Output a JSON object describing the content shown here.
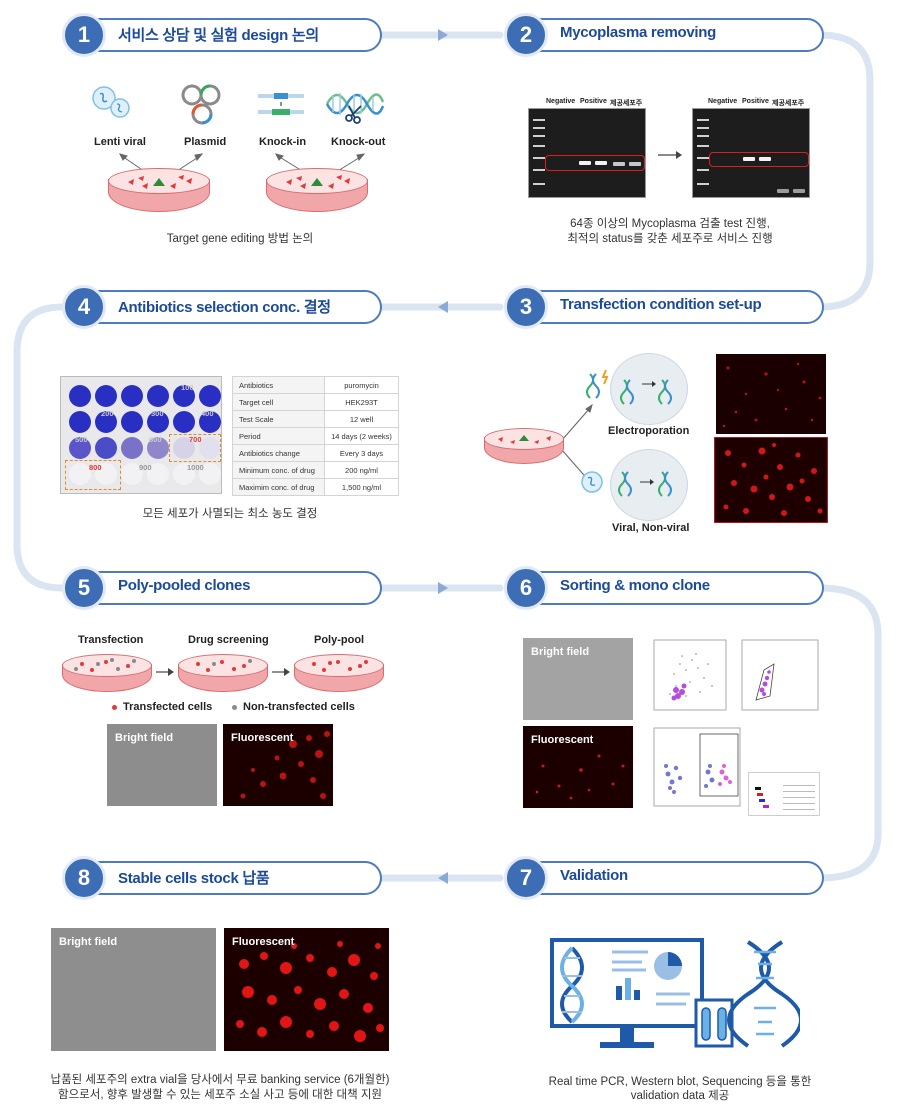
{
  "steps": [
    {
      "num": "1",
      "title": "서비스 상담 및 실험 design 논의"
    },
    {
      "num": "2",
      "title": "Mycoplasma removing"
    },
    {
      "num": "3",
      "title": "Transfection condition set-up"
    },
    {
      "num": "4",
      "title": "Antibiotics selection conc. 결정"
    },
    {
      "num": "5",
      "title": "Poly-pooled clones"
    },
    {
      "num": "6",
      "title": "Sorting & mono clone"
    },
    {
      "num": "7",
      "title": "Validation"
    },
    {
      "num": "8",
      "title": "Stable cells stock 납품"
    }
  ],
  "step1": {
    "methods": [
      "Lenti viral",
      "Plasmid",
      "Knock-in",
      "Knock-out"
    ],
    "caption": "Target gene editing 방법 논의"
  },
  "step2": {
    "lanes": [
      "Negative",
      "Positive",
      "제공세포주"
    ],
    "caption_line1": "64종 이상의 Mycoplasma 검출 test 진행,",
    "caption_line2": "최적의 status를 갖춘 세포주로 서비스 진행"
  },
  "step3": {
    "method1": "Electroporation",
    "method2": "Viral, Non-viral"
  },
  "step4": {
    "plate_numbers": [
      "800",
      "900",
      "1000",
      "700",
      "600",
      "500",
      "400",
      "300",
      "200",
      "100"
    ],
    "table": [
      {
        "key": "Antibiotics",
        "value": "puromycin"
      },
      {
        "key": "Target cell",
        "value": "HEK293T"
      },
      {
        "key": "Test Scale",
        "value": "12 well"
      },
      {
        "key": "Period",
        "value": "14 days (2 weeks)"
      },
      {
        "key": "Antibiotics change",
        "value": "Every 3 days"
      },
      {
        "key": "Minimum conc. of drug",
        "value": "200 ng/ml"
      },
      {
        "key": "Maximim conc. of drug",
        "value": "1,500 ng/ml"
      }
    ],
    "caption": "모든 세포가 사멸되는 최소 농도 결정"
  },
  "step5": {
    "stages": [
      "Transfection",
      "Drug screening",
      "Poly-pool"
    ],
    "legend_transfected": "Transfected cells",
    "legend_non": "Non-transfected cells",
    "bright_label": "Bright field",
    "fluor_label": "Fluorescent"
  },
  "step6": {
    "bright_label": "Bright field",
    "fluor_label": "Fluorescent"
  },
  "step7": {
    "caption_line1": "Real time PCR, Western blot, Sequencing 등을 통한",
    "caption_line2": "validation data 제공"
  },
  "step8": {
    "bright_label": "Bright field",
    "fluor_label": "Fluorescent",
    "caption_line1": "납품된 세포주의 extra vial을 당사에서 무료 banking service (6개월한)",
    "caption_line2": "함으로서, 향후 발생할 수 있는 세포주 소실 사고 등에 대한 대책 지원"
  },
  "colors": {
    "accent": "#3c6db5",
    "title_text": "#1c4a98",
    "flow_line": "#dbe4f1",
    "dish_red": "#f1a6a9",
    "highlight_red": "#e01b24"
  }
}
